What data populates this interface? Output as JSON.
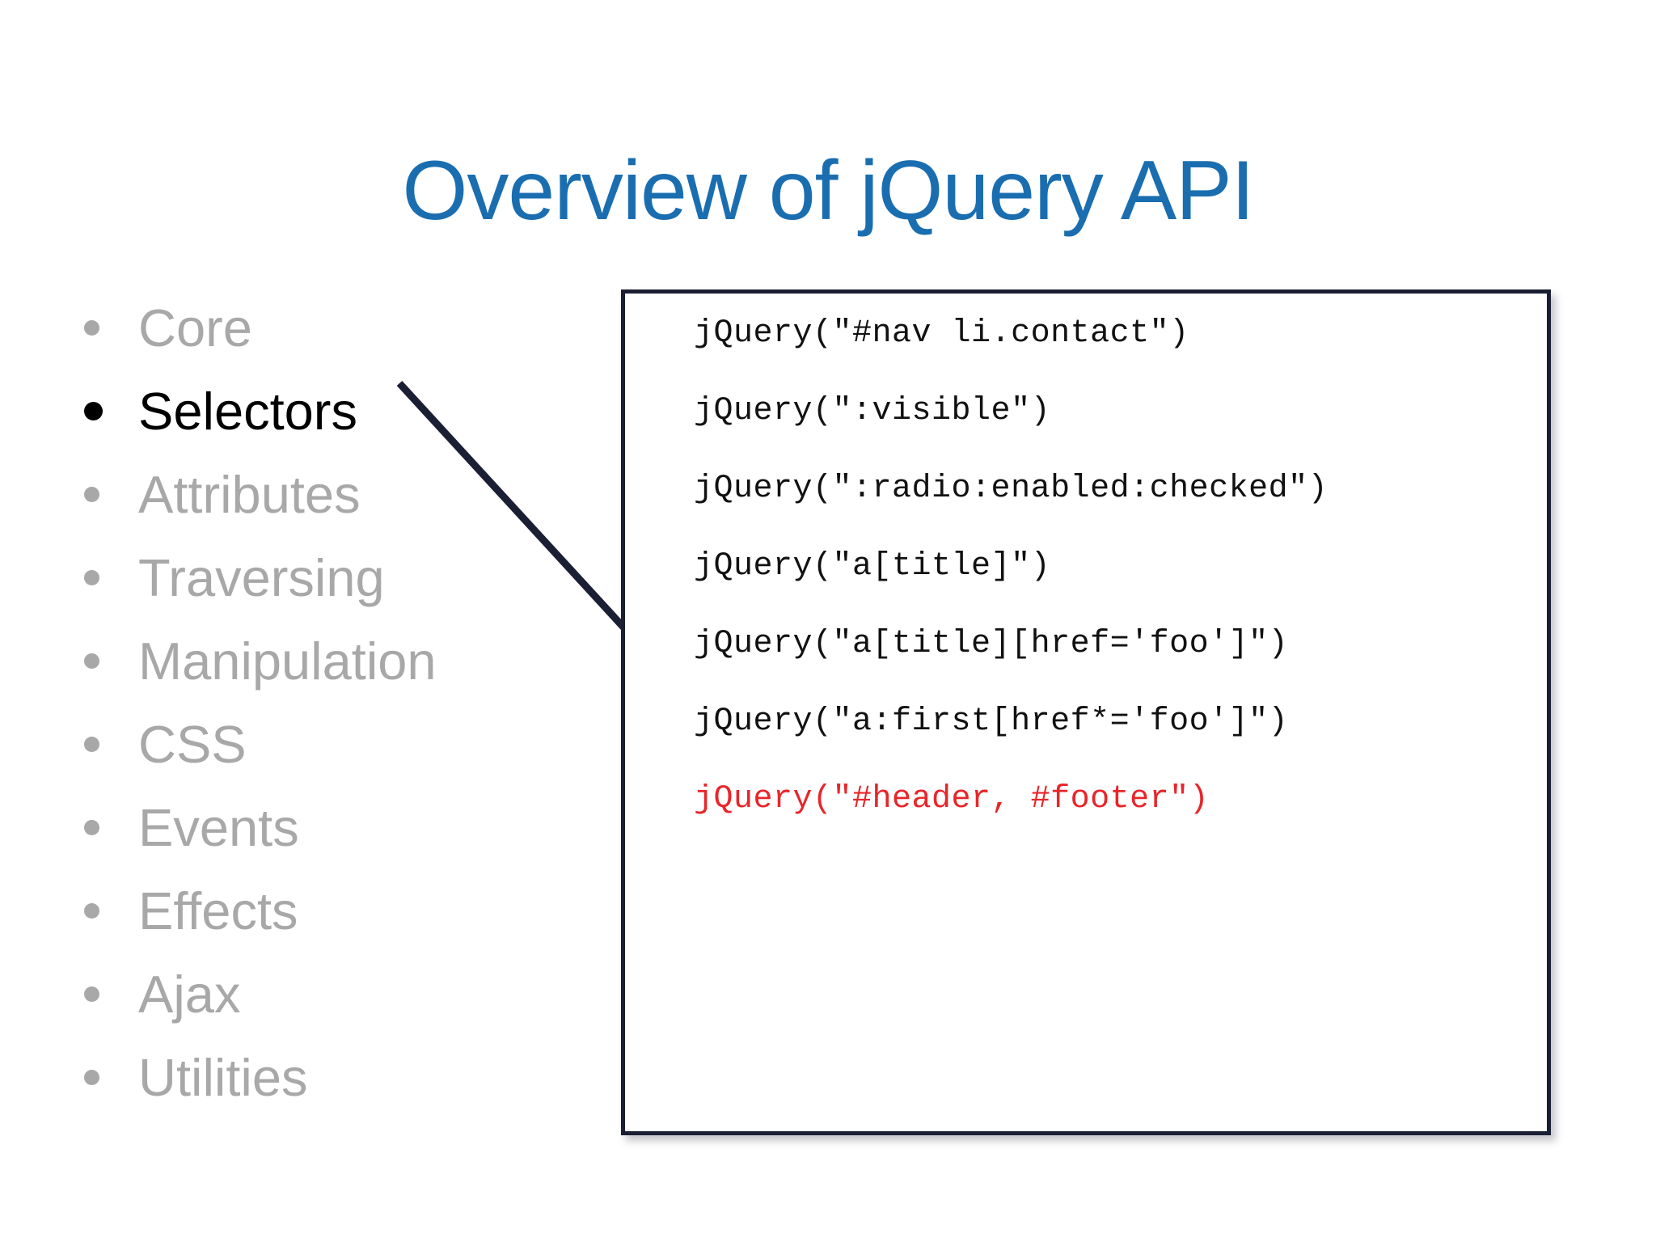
{
  "slide": {
    "title": "Overview of jQuery API",
    "title_color": "#1A6EB0",
    "background_color": "#FFFFFF"
  },
  "topics": {
    "inactive_color": "#A8A8A8",
    "active_color": "#000000",
    "items": [
      {
        "label": "Core",
        "active": false
      },
      {
        "label": "Selectors",
        "active": true
      },
      {
        "label": "Attributes",
        "active": false
      },
      {
        "label": "Traversing",
        "active": false
      },
      {
        "label": "Manipulation",
        "active": false
      },
      {
        "label": "CSS",
        "active": false
      },
      {
        "label": "Events",
        "active": false
      },
      {
        "label": "Effects",
        "active": false
      },
      {
        "label": "Ajax",
        "active": false
      },
      {
        "label": "Utilities",
        "active": false
      }
    ]
  },
  "connector": {
    "from": "Selectors",
    "to": "code-box",
    "color": "#1A1F33"
  },
  "code_box": {
    "border_color": "#1A1F33",
    "highlight_color": "#E8252A",
    "text_color": "#111111",
    "lines": [
      {
        "text": "jQuery(\"#nav li.contact\")",
        "highlight": false
      },
      {
        "text": "jQuery(\":visible\")",
        "highlight": false
      },
      {
        "text": "jQuery(\":radio:enabled:checked\")",
        "highlight": false
      },
      {
        "text": "jQuery(\"a[title]\")",
        "highlight": false
      },
      {
        "text": "jQuery(\"a[title][href='foo']\")",
        "highlight": false
      },
      {
        "text": "jQuery(\"a:first[href*='foo']\")",
        "highlight": false
      },
      {
        "text": "jQuery(\"#header, #footer\")",
        "highlight": true
      }
    ]
  }
}
